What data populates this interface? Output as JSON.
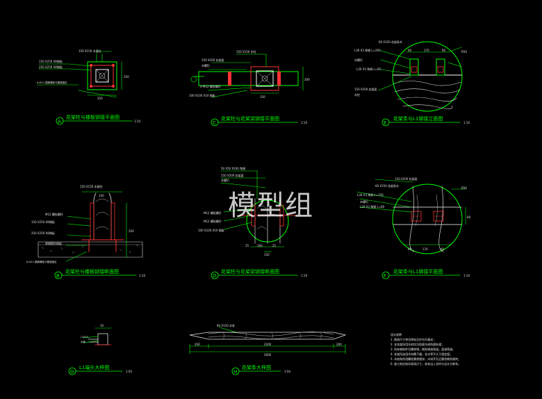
{
  "detail_a": {
    "tag": "A",
    "title": "花架柱与楼板铆接平面图",
    "scale": "1:10",
    "note1": "150 X150 木基柱",
    "note2": "150 X250 X8钢板",
    "note3": "250 X250 X8钢板",
    "note4": "6-M12 膨胀螺栓与基座固定",
    "dim": "250",
    "dim_side": "250"
  },
  "detail_c": {
    "tag": "C",
    "title": "花架柱与花架梁铆接平面图",
    "scale": "1:10",
    "note1": "150 X150 木柱",
    "note2": "150 X200 花架梁",
    "note3": "木螺钉",
    "note4": "4-M12 螺栓螺杆",
    "note5": "100 X100 X10 钢板",
    "dim": "150",
    "dim_side": "200"
  },
  "detail_e": {
    "tag": "E",
    "title": "花架条与L1铆接立面图",
    "scale": "1:10",
    "note1": "60 X150 花架条木",
    "note2": "L30 X3 角钢 L=200",
    "note3": "木螺钉",
    "note4": "L30 X3 角钢 L=60",
    "note5": "150 X200 花架梁",
    "note6": "木柱",
    "radius": "R50",
    "dim1": "60",
    "dim2": "170",
    "dim3": "60"
  },
  "detail_b": {
    "tag": "B",
    "title": "花架柱与楼板铆接断面图",
    "scale": "1:10",
    "note1": "150 X150 木基柱",
    "note2": "M12 螺栓螺杆",
    "note3": "150 X250 X8钢板",
    "note4": "250 X250 X8钢板",
    "note5": "原钢筋砼楼板",
    "note6": "6-M12 膨胀螺栓与基座固定",
    "dim": "150",
    "dim_side": "250"
  },
  "detail_d": {
    "tag": "D",
    "title": "花架柱与花架梁铆接断面图",
    "scale": "1:10",
    "note1": "50 X50 X100 角钢",
    "note2": "150 X200 花架梁",
    "note3": "木螺钉",
    "note4": "M12 螺栓螺杆",
    "note5": "M12 螺栓螺杆",
    "note6": "100 X100 X10 钢板",
    "dim1": "25",
    "dim2": "100",
    "dim3": "25",
    "dim_total": "150"
  },
  "detail_f": {
    "tag": "F",
    "title": "花架条与L1铆接平面图",
    "scale": "1:10",
    "note1": "150 X200 花架梁",
    "note2": "60 X150 花架条木",
    "note3": "L30 X3 角钢 L=150",
    "note4": "木螺钉",
    "note5": "L30 X3 角钢  L=60",
    "radius": "R50",
    "dim1": "60",
    "dim2": "170",
    "dim3": "60",
    "dim_side": "60"
  },
  "detail_g": {
    "tag": "G",
    "title": "L1端头大样图",
    "scale": "1:50",
    "dim": "10",
    "note1": "L30X3",
    "note2": "木板"
  },
  "detail_h": {
    "tag": "H",
    "title": "花架条大样图",
    "scale": "1:50",
    "note": "60 X150 木条",
    "dim_left": "200",
    "dim_mid": "2200",
    "dim_right": "200",
    "dim_total": "2600"
  },
  "notes": {
    "title": "设计说明",
    "lines": [
      "1. 图纸尺寸单位除标注外均为毫米；",
      "2. 本花架所用木材均为防腐木经防腐处理；",
      "3. 所有钢构件均需除锈，刷防锈漆两道，面漆两道；",
      "4. 花架所选用木材需干燥，含水率不大于规定值；",
      "5. 木结构所用螺栓需热镀锌，木材开孔后需涂刷防腐剂；",
      "6. 施工前应核实现场尺寸，若有出入及时与设计方联系。"
    ]
  },
  "watermark": "模型组"
}
